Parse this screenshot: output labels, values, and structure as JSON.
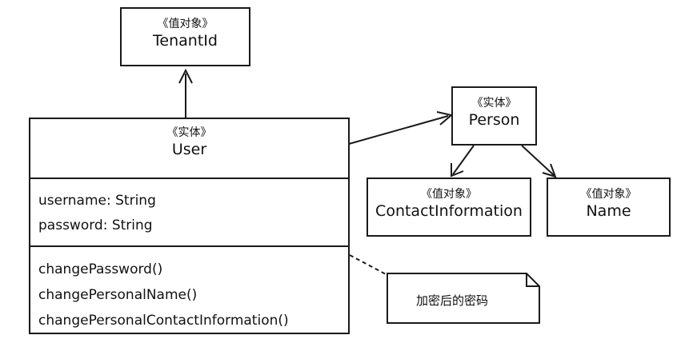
{
  "tenant_id": {
    "stereotype": "《值对象》",
    "name": "TenantId"
  },
  "user": {
    "stereotype": "《实体》",
    "name": "User",
    "attributes": [
      "username: String",
      "password: String"
    ],
    "operations": [
      "changePassword()",
      "changePersonalName()",
      "changePersonalContactInformation()"
    ]
  },
  "person": {
    "stereotype": "《实体》",
    "name": "Person"
  },
  "contact_information": {
    "stereotype": "《值对象》",
    "name": "ContactInformation"
  },
  "name_vo": {
    "stereotype": "《值对象》",
    "name": "Name"
  },
  "note": {
    "text": "加密后的密码"
  }
}
